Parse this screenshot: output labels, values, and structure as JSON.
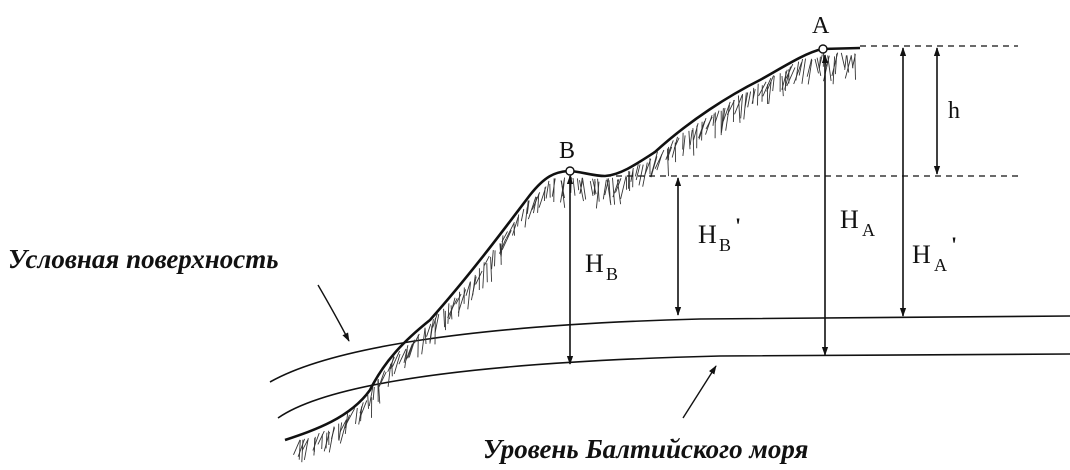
{
  "points": {
    "a": "A",
    "b": "B"
  },
  "heights": {
    "h": "h",
    "hb_main": "H",
    "hb_sub": "B",
    "hbp_main": "H",
    "hbp_sub": "B",
    "hbp_prime": "'",
    "ha_main": "H",
    "ha_sub": "A",
    "hap_main": "H",
    "hap_sub": "A",
    "hap_prime": "'"
  },
  "labels": {
    "conditional_surface": "Условная поверхность",
    "baltic_level": "Уровень Балтийского моря"
  }
}
